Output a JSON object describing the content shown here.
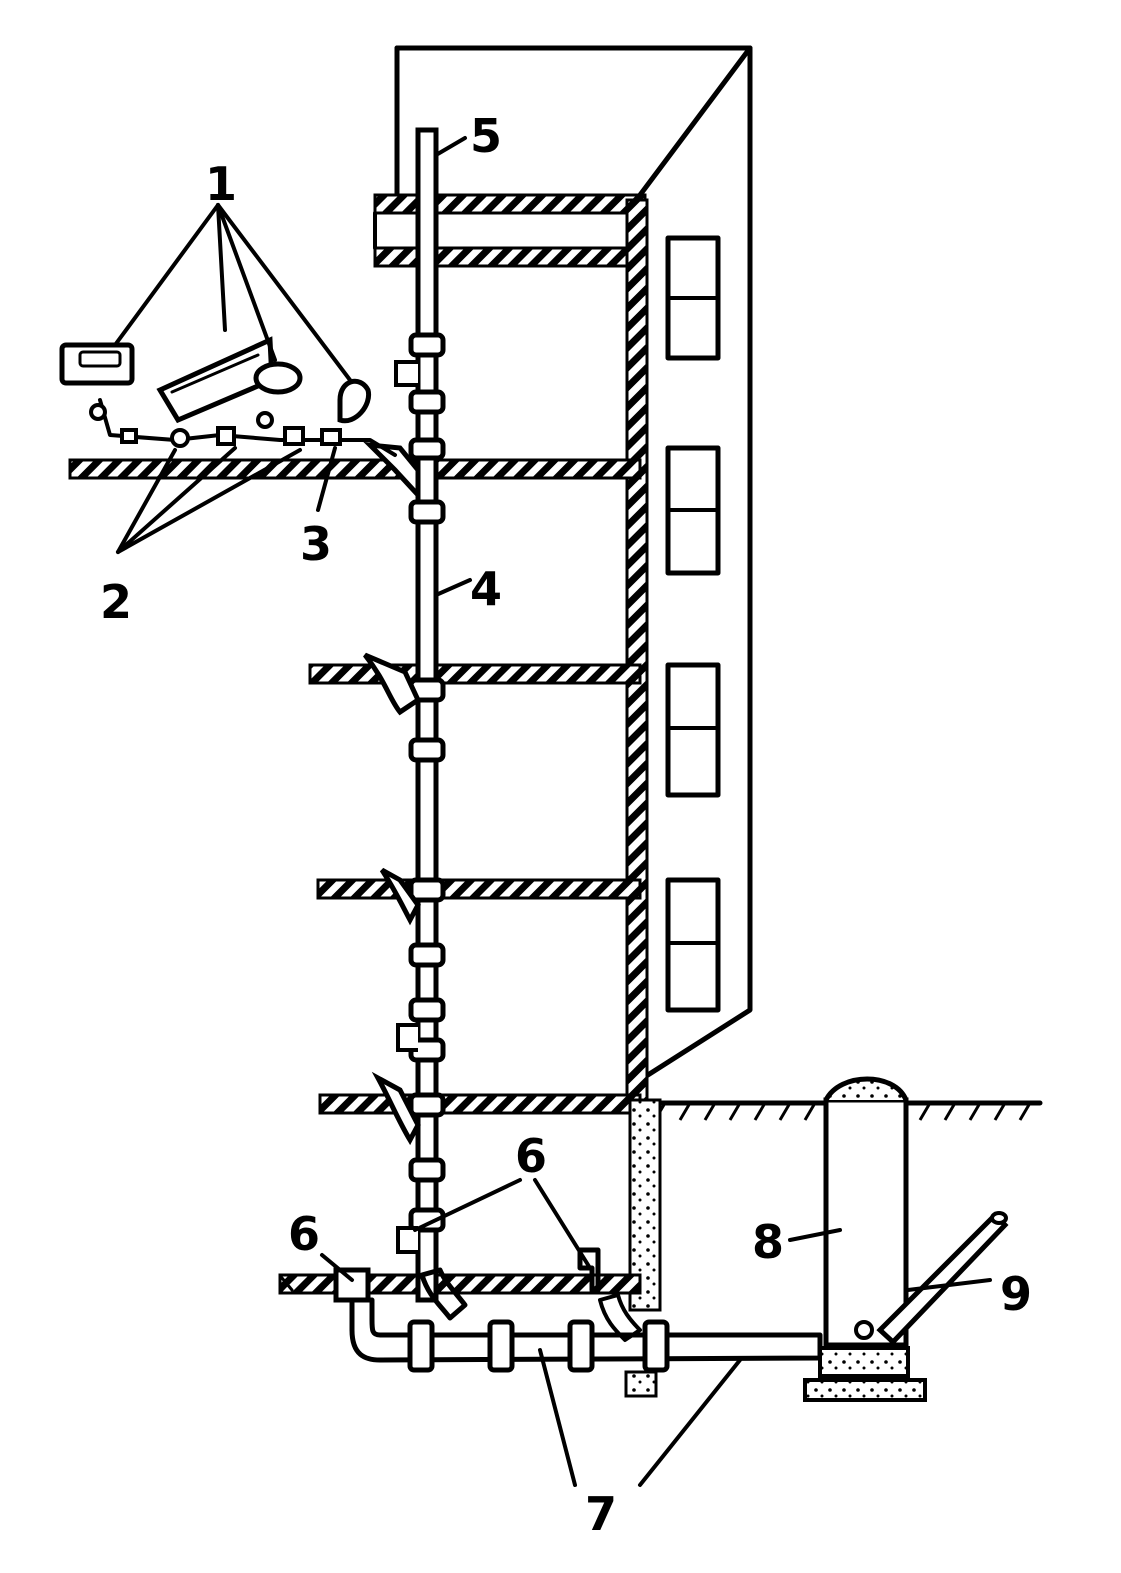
{
  "callouts": {
    "fixtures": "1",
    "traps": "2",
    "branch_pipe": "3",
    "stack": "4",
    "vent_pipe": "5",
    "cleanout_a": "6",
    "cleanout_b": "6",
    "building_drain": "7",
    "manhole": "8",
    "sewer": "9"
  },
  "colors": {
    "ink": "#000000",
    "paper": "#ffffff"
  }
}
